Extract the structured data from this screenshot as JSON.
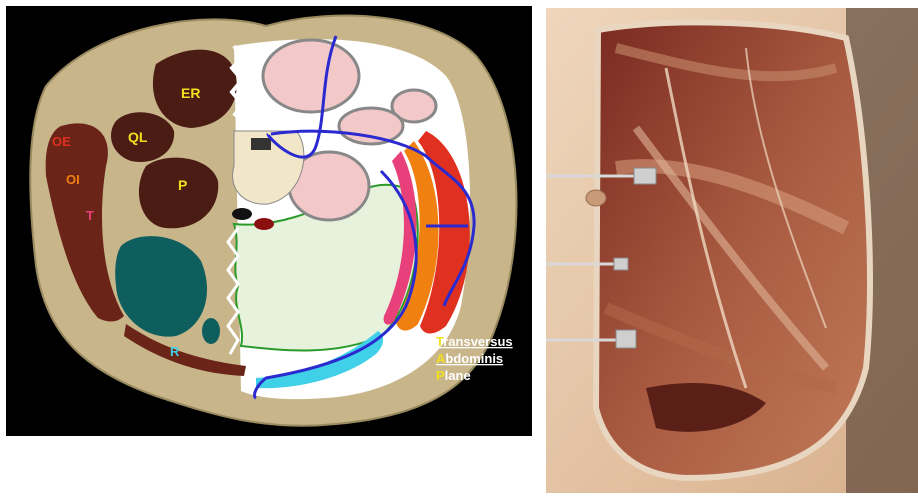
{
  "left_image": {
    "labels": {
      "er": "ER",
      "ql": "QL",
      "p": "P",
      "oe": "OE",
      "oi": "OI",
      "t": "T",
      "r": "R"
    },
    "legend": {
      "line1_initial": "T",
      "line1_rest": "ransversus",
      "line2_initial": "A",
      "line2_rest": "bdominis",
      "line3_initial": "P",
      "line3_rest": "lane"
    },
    "colors": {
      "background": "#000000",
      "fat": "#c8b58a",
      "muscle": "#4a1c14",
      "kidney": "#0e5e5e",
      "organ_pink": "#f2c8c8",
      "peritoneum": "#e6f2dc",
      "nerve_line": "#2a2ad0",
      "external_oblique": "#e03020",
      "internal_oblique": "#f08010",
      "transversus": "#e8407a",
      "rectus_sheath": "#40d0e8"
    }
  },
  "right_image": {
    "colors": {
      "skin": "#e6c6a8",
      "muscle_dark": "#6a2a22",
      "muscle_light": "#b07050",
      "retractor": "#d8d8d8"
    }
  }
}
